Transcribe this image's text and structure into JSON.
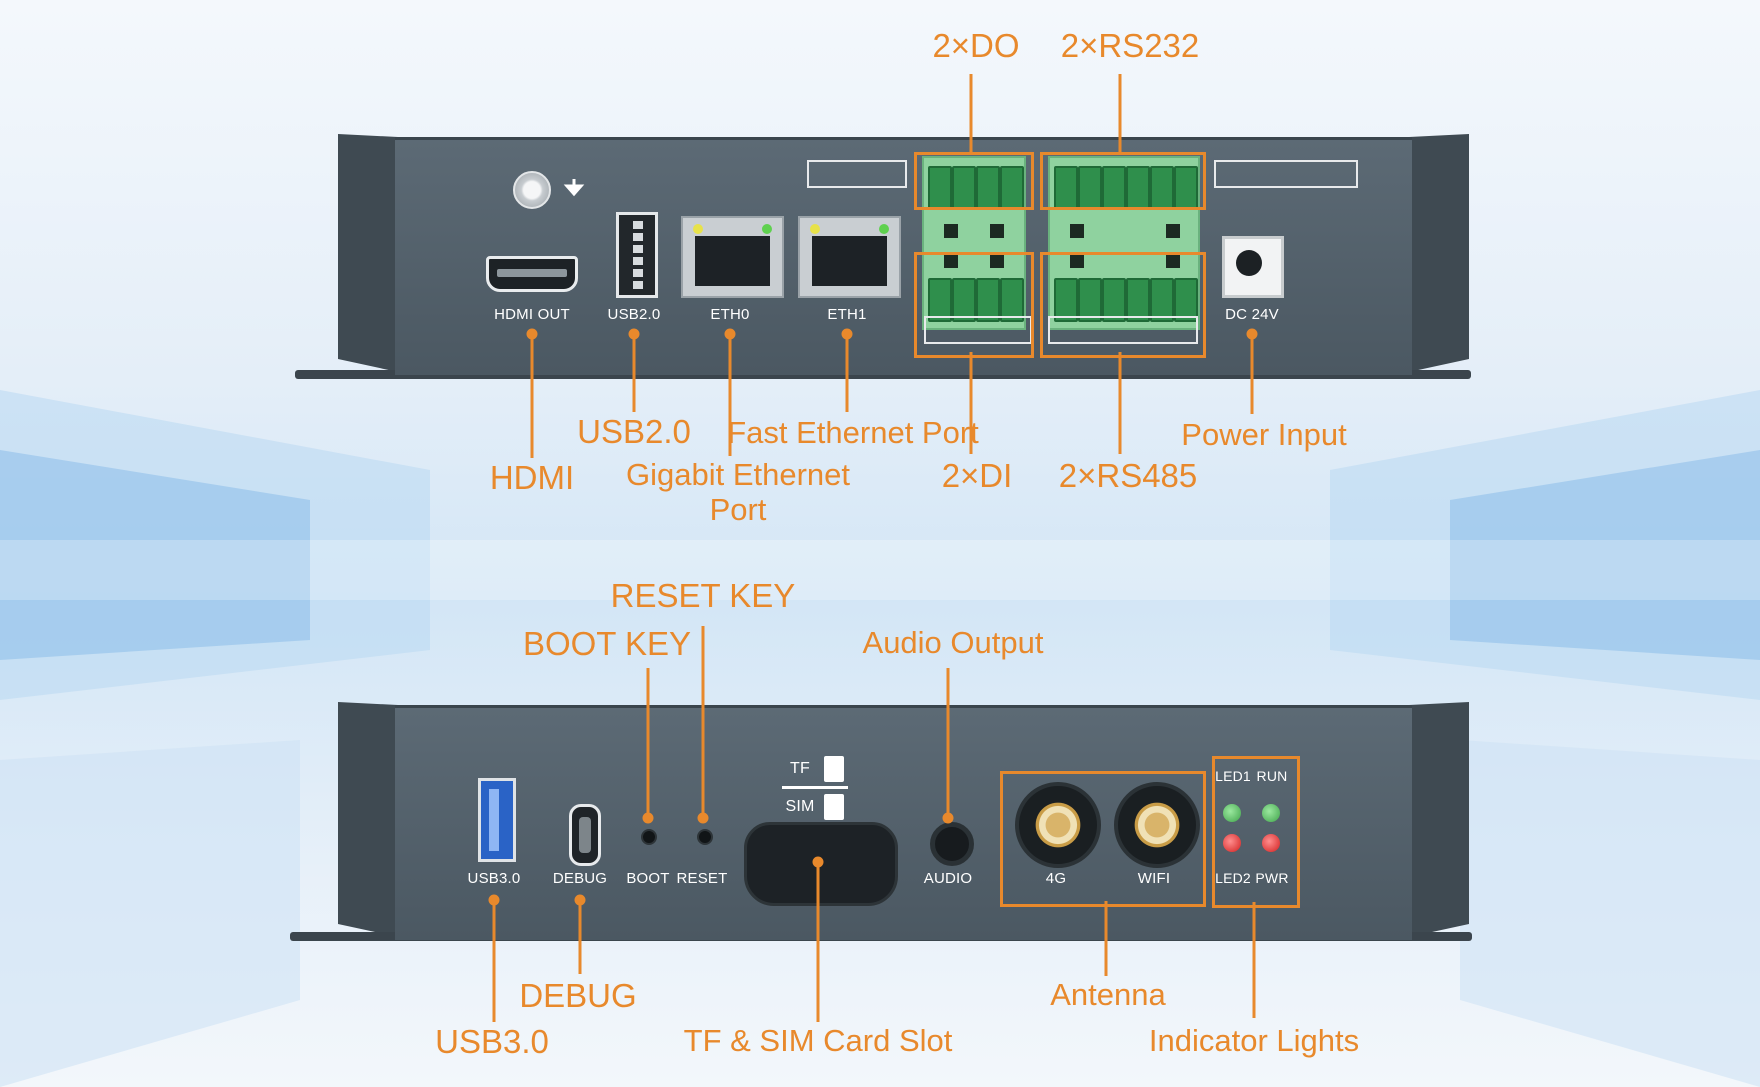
{
  "colors": {
    "accent": "#e8892c",
    "panel": "#55626c",
    "background": "#e4eef8"
  },
  "top_panel": {
    "ports": [
      {
        "id": "hdmi_out",
        "label": "HDMI OUT"
      },
      {
        "id": "usb20",
        "label": "USB2.0"
      },
      {
        "id": "eth0",
        "label": "ETH0"
      },
      {
        "id": "eth1",
        "label": "ETH1"
      },
      {
        "id": "dc24v",
        "label": "DC 24V"
      }
    ],
    "callouts": {
      "do": "2×DO",
      "rs232": "2×RS232",
      "hdmi": "HDMI",
      "usb": "USB2.0",
      "gigabit": [
        "Gigabit Ethernet",
        "Port"
      ],
      "fast_ethernet": "Fast Ethernet Port",
      "di": "2×DI",
      "rs485": "2×RS485",
      "power": "Power Input"
    }
  },
  "bottom_panel": {
    "ports": [
      {
        "id": "usb30",
        "label": "USB3.0"
      },
      {
        "id": "debug",
        "label": "DEBUG"
      },
      {
        "id": "boot",
        "label": "BOOT"
      },
      {
        "id": "reset",
        "label": "RESET"
      },
      {
        "id": "audio",
        "label": "AUDIO"
      },
      {
        "id": "ant_4g",
        "label": "4G"
      },
      {
        "id": "ant_wifi",
        "label": "WIFI"
      }
    ],
    "card_labels": {
      "tf": "TF",
      "sim": "SIM"
    },
    "led_labels": {
      "led1": "LED1",
      "run": "RUN",
      "led2": "LED2",
      "pwr": "PWR"
    },
    "callouts": {
      "reset_key": "RESET KEY",
      "boot_key": "BOOT KEY",
      "audio_output": "Audio Output",
      "debug": "DEBUG",
      "usb3": "USB3.0",
      "card_slot": "TF & SIM Card Slot",
      "antenna": "Antenna",
      "indicator": "Indicator Lights"
    }
  },
  "icons": [
    "ground-screw-icon",
    "ground-arrow-icon",
    "tf-card-icon",
    "sim-card-icon"
  ]
}
